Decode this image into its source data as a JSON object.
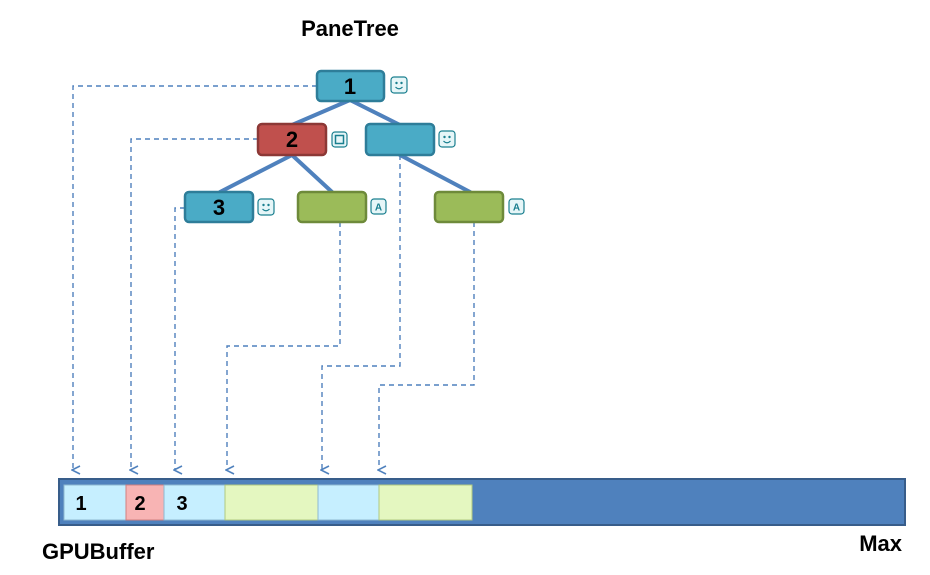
{
  "title": "PaneTree",
  "buffer_label": "GPUBuffer",
  "max_label": "Max",
  "colors": {
    "blue_node_fill": "#4aabc6",
    "blue_node_stroke": "#2e7d99",
    "red_node_fill": "#c0504d",
    "red_node_stroke": "#8c3836",
    "green_node_fill": "#9bbb59",
    "green_node_stroke": "#6e8a3a",
    "edge": "#4f81bd",
    "dashed": "#4f81bd",
    "buffer_fill": "#4f81bd",
    "buffer_stroke": "#385d8a",
    "cell_blue": "#c6efff",
    "cell_red": "#f8b4b4",
    "cell_green": "#e4f7c0",
    "badge": "#1a7f8f"
  },
  "nodes": [
    {
      "id": "n1",
      "label": "1",
      "color": "blue",
      "badge": "smiley-icon"
    },
    {
      "id": "n2",
      "label": "2",
      "color": "red",
      "badge": "square-icon"
    },
    {
      "id": "n2b",
      "label": "",
      "color": "blue",
      "badge": "smiley-icon"
    },
    {
      "id": "n3",
      "label": "3",
      "color": "blue",
      "badge": "smiley-icon"
    },
    {
      "id": "n3b",
      "label": "",
      "color": "green",
      "badge": "letter-a-icon",
      "badge_text": "A"
    },
    {
      "id": "n3c",
      "label": "",
      "color": "green",
      "badge": "letter-a-icon",
      "badge_text": "A"
    }
  ],
  "buffer_cells": [
    {
      "label": "1",
      "color": "blue"
    },
    {
      "label": "2",
      "color": "red"
    },
    {
      "label": "3",
      "color": "blue"
    },
    {
      "label": "",
      "color": "green"
    },
    {
      "label": "",
      "color": "blue"
    },
    {
      "label": "",
      "color": "green"
    }
  ]
}
